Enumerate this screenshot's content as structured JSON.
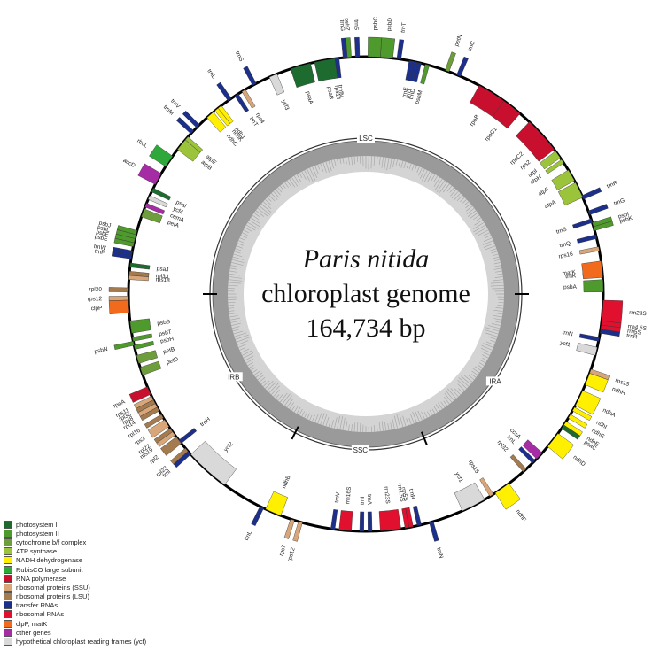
{
  "genome": {
    "species": "Paris nitida",
    "title_line2": "chloroplast genome",
    "size_text": "164,734 bp"
  },
  "regions": [
    {
      "key": "lsc",
      "label": "LSC"
    },
    {
      "key": "ira",
      "label": "IRA"
    },
    {
      "key": "ssc",
      "label": "SSC"
    },
    {
      "key": "irb",
      "label": "IRB"
    }
  ],
  "legend": [
    {
      "category": "psi",
      "label": "photosystem I",
      "color": "#1e6b2f"
    },
    {
      "category": "psii",
      "label": "photosystem II",
      "color": "#4f9a2c"
    },
    {
      "category": "cyt",
      "label": "cytochrome b/f complex",
      "color": "#6e9e3c"
    },
    {
      "category": "atp",
      "label": "ATP synthase",
      "color": "#9bc43a"
    },
    {
      "category": "ndh",
      "label": "NADH dehydrogenase",
      "color": "#ffef00"
    },
    {
      "category": "rbc",
      "label": "RubisCO large subunit",
      "color": "#2ea83a"
    },
    {
      "category": "rpo",
      "label": "RNA polymerase",
      "color": "#c8102e"
    },
    {
      "category": "rps",
      "label": "ribosomal proteins (SSU)",
      "color": "#d9a67a"
    },
    {
      "category": "rpl",
      "label": "ribosomal proteins (LSU)",
      "color": "#a47a4f"
    },
    {
      "category": "trn",
      "label": "transfer RNAs",
      "color": "#1c2f8a"
    },
    {
      "category": "rrn",
      "label": "ribosomal RNAs",
      "color": "#e0102e"
    },
    {
      "category": "clp",
      "label": "clpP, matK",
      "color": "#f26a1b"
    },
    {
      "category": "other",
      "label": "other genes",
      "color": "#a52ca5"
    },
    {
      "category": "ycf",
      "label": "hypothetical chloroplast reading frames (ycf)",
      "color": "#d9d9d9"
    }
  ],
  "genes": [
    {
      "name": "psbA",
      "cat": "psii",
      "angle": 2,
      "span": 3,
      "side": "in"
    },
    {
      "name": "trnK",
      "cat": "trn",
      "angle": 5,
      "span": 1,
      "side": "in"
    },
    {
      "name": "matK",
      "cat": "clp",
      "angle": 6,
      "span": 4,
      "side": "in"
    },
    {
      "name": "rps16",
      "cat": "rps",
      "angle": 11,
      "span": 1,
      "side": "in"
    },
    {
      "name": "trnQ",
      "cat": "trn",
      "angle": 14,
      "span": 1,
      "side": "in"
    },
    {
      "name": "psbK",
      "cat": "psii",
      "angle": 16,
      "span": 1,
      "side": "out"
    },
    {
      "name": "psbI",
      "cat": "psii",
      "angle": 17,
      "span": 1,
      "side": "out"
    },
    {
      "name": "trnS",
      "cat": "trn",
      "angle": 18,
      "span": 1,
      "side": "in"
    },
    {
      "name": "trnG",
      "cat": "trn",
      "angle": 20,
      "span": 1,
      "side": "out"
    },
    {
      "name": "trnR",
      "cat": "trn",
      "angle": 24,
      "span": 1,
      "side": "out"
    },
    {
      "name": "atpA",
      "cat": "atp",
      "angle": 26,
      "span": 4,
      "side": "in"
    },
    {
      "name": "atpF",
      "cat": "atp",
      "angle": 30,
      "span": 3,
      "side": "in"
    },
    {
      "name": "atpH",
      "cat": "atp",
      "angle": 34,
      "span": 1,
      "side": "in"
    },
    {
      "name": "atpI",
      "cat": "atp",
      "angle": 36,
      "span": 2,
      "side": "in"
    },
    {
      "name": "rps2",
      "cat": "rps",
      "angle": 39,
      "span": 2,
      "side": "in"
    },
    {
      "name": "rpoC2",
      "cat": "rpo",
      "angle": 42,
      "span": 9,
      "side": "in"
    },
    {
      "name": "rpoC1",
      "cat": "rpo",
      "angle": 52,
      "span": 5,
      "side": "in"
    },
    {
      "name": "rpoB",
      "cat": "rpo",
      "angle": 58,
      "span": 7,
      "side": "in"
    },
    {
      "name": "trnC",
      "cat": "trn",
      "angle": 67,
      "span": 1,
      "side": "out"
    },
    {
      "name": "petN",
      "cat": "cyt",
      "angle": 70,
      "span": 1,
      "side": "out"
    },
    {
      "name": "psbM",
      "cat": "psii",
      "angle": 75,
      "span": 1,
      "side": "in"
    },
    {
      "name": "trnD",
      "cat": "trn",
      "angle": 77,
      "span": 1,
      "side": "in"
    },
    {
      "name": "trnY",
      "cat": "trn",
      "angle": 78,
      "span": 1,
      "side": "in"
    },
    {
      "name": "trnE",
      "cat": "trn",
      "angle": 79,
      "span": 1,
      "side": "in"
    },
    {
      "name": "trnT",
      "cat": "trn",
      "angle": 82,
      "span": 1,
      "side": "out"
    },
    {
      "name": "psbD",
      "cat": "psii",
      "angle": 85,
      "span": 3,
      "side": "out"
    },
    {
      "name": "psbC",
      "cat": "psii",
      "angle": 88,
      "span": 3,
      "side": "out"
    },
    {
      "name": "trnS",
      "cat": "trn",
      "angle": 92,
      "span": 1,
      "side": "out"
    },
    {
      "name": "psbZ",
      "cat": "psii",
      "angle": 94,
      "span": 1,
      "side": "out"
    },
    {
      "name": "trnG",
      "cat": "trn",
      "angle": 95,
      "span": 1,
      "side": "out"
    },
    {
      "name": "trnfM",
      "cat": "trn",
      "angle": 97,
      "span": 1,
      "side": "in"
    },
    {
      "name": "rps14",
      "cat": "rps",
      "angle": 98,
      "span": 1,
      "side": "in"
    },
    {
      "name": "psaB",
      "cat": "psi",
      "angle": 100,
      "span": 5,
      "side": "in"
    },
    {
      "name": "psaA",
      "cat": "psi",
      "angle": 106,
      "span": 5,
      "side": "in"
    },
    {
      "name": "ycf3",
      "cat": "ycf",
      "angle": 113,
      "span": 2,
      "side": "in"
    },
    {
      "name": "trnS",
      "cat": "trn",
      "angle": 118,
      "span": 1,
      "side": "out"
    },
    {
      "name": "rps4",
      "cat": "rps",
      "angle": 121,
      "span": 1,
      "side": "in"
    },
    {
      "name": "trnT",
      "cat": "trn",
      "angle": 123,
      "span": 1,
      "side": "in"
    },
    {
      "name": "trnL",
      "cat": "trn",
      "angle": 125,
      "span": 1,
      "side": "out"
    },
    {
      "name": "ndhJ",
      "cat": "ndh",
      "angle": 128,
      "span": 1,
      "side": "in"
    },
    {
      "name": "ndhK",
      "cat": "ndh",
      "angle": 129,
      "span": 1,
      "side": "in"
    },
    {
      "name": "ndhC",
      "cat": "ndh",
      "angle": 131,
      "span": 2,
      "side": "in"
    },
    {
      "name": "trnV",
      "cat": "trn",
      "angle": 135,
      "span": 1,
      "side": "out"
    },
    {
      "name": "trnM",
      "cat": "trn",
      "angle": 137,
      "span": 1,
      "side": "out"
    },
    {
      "name": "atpE",
      "cat": "atp",
      "angle": 139,
      "span": 1,
      "side": "in"
    },
    {
      "name": "atpB",
      "cat": "atp",
      "angle": 141,
      "span": 3,
      "side": "in"
    },
    {
      "name": "rbcL",
      "cat": "rbc",
      "angle": 146,
      "span": 3,
      "side": "out"
    },
    {
      "name": "accD",
      "cat": "other",
      "angle": 151,
      "span": 3,
      "side": "out"
    },
    {
      "name": "psaI",
      "cat": "psi",
      "angle": 154,
      "span": 1,
      "side": "in"
    },
    {
      "name": "ycf4",
      "cat": "ycf",
      "angle": 156,
      "span": 1,
      "side": "in"
    },
    {
      "name": "cemA",
      "cat": "other",
      "angle": 158,
      "span": 1,
      "side": "in"
    },
    {
      "name": "petA",
      "cat": "cyt",
      "angle": 160,
      "span": 2,
      "side": "in"
    },
    {
      "name": "psbJ",
      "cat": "psii",
      "angle": 165,
      "span": 1,
      "side": "out"
    },
    {
      "name": "psbL",
      "cat": "psii",
      "angle": 166,
      "span": 1,
      "side": "out"
    },
    {
      "name": "psbF",
      "cat": "psii",
      "angle": 167,
      "span": 1,
      "side": "out"
    },
    {
      "name": "psbE",
      "cat": "psii",
      "angle": 168,
      "span": 1,
      "side": "out"
    },
    {
      "name": "trnW",
      "cat": "trn",
      "angle": 170,
      "span": 1,
      "side": "out"
    },
    {
      "name": "trnP",
      "cat": "trn",
      "angle": 171,
      "span": 1,
      "side": "out"
    },
    {
      "name": "psaJ",
      "cat": "psi",
      "angle": 173,
      "span": 1,
      "side": "in"
    },
    {
      "name": "rpl33",
      "cat": "rpl",
      "angle": 175,
      "span": 1,
      "side": "in"
    },
    {
      "name": "rps18",
      "cat": "rps",
      "angle": 176,
      "span": 1,
      "side": "in"
    },
    {
      "name": "rpl20",
      "cat": "rpl",
      "angle": 179,
      "span": 1,
      "side": "out"
    },
    {
      "name": "rps12",
      "cat": "rps",
      "angle": 181,
      "span": 1,
      "side": "out"
    },
    {
      "name": "clpP",
      "cat": "clp",
      "angle": 183,
      "span": 3,
      "side": "out"
    },
    {
      "name": "psbB",
      "cat": "psii",
      "angle": 188,
      "span": 3,
      "side": "in"
    },
    {
      "name": "psbT",
      "cat": "psii",
      "angle": 191,
      "span": 1,
      "side": "in"
    },
    {
      "name": "psbN",
      "cat": "psii",
      "angle": 192,
      "span": 1,
      "side": "out"
    },
    {
      "name": "psbH",
      "cat": "psii",
      "angle": 193,
      "span": 1,
      "side": "in"
    },
    {
      "name": "petB",
      "cat": "cyt",
      "angle": 196,
      "span": 2,
      "side": "in"
    },
    {
      "name": "petD",
      "cat": "cyt",
      "angle": 199,
      "span": 2,
      "side": "in"
    },
    {
      "name": "rpoA",
      "cat": "rpo",
      "angle": 204,
      "span": 2,
      "side": "out"
    },
    {
      "name": "rps11",
      "cat": "rps",
      "angle": 206,
      "span": 1,
      "side": "out"
    },
    {
      "name": "rpl36",
      "cat": "rpl",
      "angle": 207,
      "span": 1,
      "side": "out"
    },
    {
      "name": "rps8",
      "cat": "rps",
      "angle": 208,
      "span": 1,
      "side": "out"
    },
    {
      "name": "rpl14",
      "cat": "rpl",
      "angle": 209,
      "span": 1,
      "side": "out"
    },
    {
      "name": "rpl16",
      "cat": "rpl",
      "angle": 211,
      "span": 1,
      "side": "out"
    },
    {
      "name": "rps3",
      "cat": "rps",
      "angle": 213,
      "span": 2,
      "side": "out"
    },
    {
      "name": "rpl22",
      "cat": "rpl",
      "angle": 215,
      "span": 1,
      "side": "out"
    },
    {
      "name": "rps19",
      "cat": "rps",
      "angle": 216,
      "span": 1,
      "side": "out"
    },
    {
      "name": "rpl2",
      "cat": "rpl",
      "angle": 218,
      "span": 2,
      "side": "out"
    },
    {
      "name": "trnH",
      "cat": "trn",
      "angle": 218.5,
      "span": 1,
      "side": "in"
    },
    {
      "name": "rpl23",
      "cat": "rpl",
      "angle": 221,
      "span": 1,
      "side": "out"
    },
    {
      "name": "trnI",
      "cat": "trn",
      "angle": 222,
      "span": 1,
      "side": "out"
    },
    {
      "name": "ycf2",
      "cat": "ycf",
      "angle": 228,
      "span": 11,
      "side": "in"
    },
    {
      "name": "trnL",
      "cat": "trn",
      "angle": 244,
      "span": 1,
      "side": "out"
    },
    {
      "name": "ndhB",
      "cat": "ndh",
      "angle": 247,
      "span": 4,
      "side": "in"
    },
    {
      "name": "rps7",
      "cat": "rps",
      "angle": 252,
      "span": 1,
      "side": "out"
    },
    {
      "name": "rps12",
      "cat": "rps",
      "angle": 254,
      "span": 1,
      "side": "out"
    },
    {
      "name": "trnV",
      "cat": "trn",
      "angle": 262,
      "span": 1,
      "side": "in"
    },
    {
      "name": "rrn16S",
      "cat": "rrn",
      "angle": 265,
      "span": 3,
      "side": "in"
    },
    {
      "name": "trnI",
      "cat": "trn",
      "angle": 269,
      "span": 1,
      "side": "in"
    },
    {
      "name": "trnA",
      "cat": "trn",
      "angle": 271,
      "span": 1,
      "side": "in"
    },
    {
      "name": "rrn23S",
      "cat": "rrn",
      "angle": 276,
      "span": 5,
      "side": "in"
    },
    {
      "name": "rrn4.5S",
      "cat": "rrn",
      "angle": 280,
      "span": 1,
      "side": "in"
    },
    {
      "name": "rrn5S",
      "cat": "rrn",
      "angle": 281,
      "span": 1,
      "side": "in"
    },
    {
      "name": "trnR",
      "cat": "trn",
      "angle": 283,
      "span": 1,
      "side": "in"
    },
    {
      "name": "trnN",
      "cat": "trn",
      "angle": 286,
      "span": 1,
      "side": "out"
    },
    {
      "name": "ycf1",
      "cat": "ycf",
      "angle": 297,
      "span": 6,
      "side": "in"
    },
    {
      "name": "rps15",
      "cat": "rps",
      "angle": 302,
      "span": 1,
      "side": "in"
    },
    {
      "name": "ndhF",
      "cat": "ndh",
      "angle": 305,
      "span": 4,
      "side": "out"
    },
    {
      "name": "rpl32",
      "cat": "rpl",
      "angle": 312,
      "span": 1,
      "side": "in"
    },
    {
      "name": "trnL",
      "cat": "trn",
      "angle": 315,
      "span": 1,
      "side": "in"
    },
    {
      "name": "ccsA",
      "cat": "other",
      "angle": 317,
      "span": 2,
      "side": "in"
    },
    {
      "name": "ndhD",
      "cat": "ndh",
      "angle": 322,
      "span": 4,
      "side": "out"
    },
    {
      "name": "psaC",
      "cat": "psi",
      "angle": 326,
      "span": 1,
      "side": "out"
    },
    {
      "name": "ndhE",
      "cat": "ndh",
      "angle": 327,
      "span": 1,
      "side": "out"
    },
    {
      "name": "ndhG",
      "cat": "ndh",
      "angle": 329,
      "span": 1,
      "side": "out"
    },
    {
      "name": "ndhI",
      "cat": "ndh",
      "angle": 331,
      "span": 1,
      "side": "out"
    },
    {
      "name": "ndhA",
      "cat": "ndh",
      "angle": 334,
      "span": 4,
      "side": "out"
    },
    {
      "name": "ndhH",
      "cat": "ndh",
      "angle": 339,
      "span": 3,
      "side": "out"
    },
    {
      "name": "rps15",
      "cat": "rps",
      "angle": 341,
      "span": 1,
      "side": "out"
    },
    {
      "name": "ycf1",
      "cat": "ycf",
      "angle": 346,
      "span": 2,
      "side": "in"
    },
    {
      "name": "trnN",
      "cat": "trn",
      "angle": 349,
      "span": 1,
      "side": "in"
    },
    {
      "name": "trnR",
      "cat": "trn",
      "angle": 351,
      "span": 1,
      "side": "out"
    },
    {
      "name": "rrn5S",
      "cat": "rrn",
      "angle": 352,
      "span": 1,
      "side": "out"
    },
    {
      "name": "rrn4.5S",
      "cat": "rrn",
      "angle": 353,
      "span": 1,
      "side": "out"
    },
    {
      "name": "rrn23S",
      "cat": "rrn",
      "angle": 356,
      "span": 5,
      "side": "out"
    }
  ]
}
